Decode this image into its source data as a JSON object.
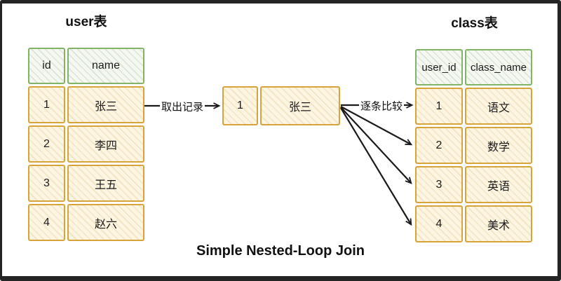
{
  "diagram": {
    "caption": "Simple Nested-Loop Join",
    "user_table": {
      "title": "user表",
      "headers": [
        "id",
        "name"
      ],
      "rows": [
        [
          "1",
          "张三"
        ],
        [
          "2",
          "李四"
        ],
        [
          "3",
          "王五"
        ],
        [
          "4",
          "赵六"
        ]
      ]
    },
    "class_table": {
      "title": "class表",
      "headers": [
        "user_id",
        "class_name"
      ],
      "rows": [
        [
          "1",
          "语文"
        ],
        [
          "2",
          "数学"
        ],
        [
          "3",
          "英语"
        ],
        [
          "4",
          "美术"
        ]
      ]
    },
    "current_record": {
      "id": "1",
      "name": "张三"
    },
    "arrow_labels": {
      "fetch": "取出记录",
      "compare": "逐条比较"
    },
    "colors": {
      "header_border": "#82b366",
      "header_fill": "#f4f8f1",
      "row_border": "#d9a33c",
      "row_fill": "#fcf5e2",
      "arrow": "#1a1a1a",
      "frame": "#242424"
    }
  }
}
